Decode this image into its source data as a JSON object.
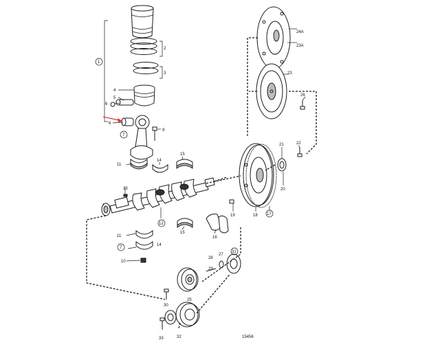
{
  "diagram": {
    "reference_number": "15456",
    "accent_color": "#e03a3a",
    "callouts": [
      {
        "id": "c1",
        "text": "1"
      },
      {
        "id": "c2",
        "text": "2"
      },
      {
        "id": "c3",
        "text": "3"
      },
      {
        "id": "c4",
        "text": "4"
      },
      {
        "id": "c5",
        "text": "5"
      },
      {
        "id": "c6a",
        "text": "6"
      },
      {
        "id": "c6b",
        "text": "6"
      },
      {
        "id": "c7a",
        "text": "7"
      },
      {
        "id": "c7b",
        "text": "7"
      },
      {
        "id": "c9",
        "text": "9"
      },
      {
        "id": "c10",
        "text": "10"
      },
      {
        "id": "c11a",
        "text": "11"
      },
      {
        "id": "c11b",
        "text": "11"
      },
      {
        "id": "c12",
        "text": "12"
      },
      {
        "id": "c13",
        "text": "13"
      },
      {
        "id": "c14a",
        "text": "14"
      },
      {
        "id": "c14b",
        "text": "14"
      },
      {
        "id": "c15a",
        "text": "15"
      },
      {
        "id": "c15b",
        "text": "15"
      },
      {
        "id": "c16",
        "text": "16"
      },
      {
        "id": "c17",
        "text": "17"
      },
      {
        "id": "c18",
        "text": "18"
      },
      {
        "id": "c19",
        "text": "19"
      },
      {
        "id": "c20",
        "text": "20"
      },
      {
        "id": "c21",
        "text": "21"
      },
      {
        "id": "c22",
        "text": "22"
      },
      {
        "id": "c23",
        "text": "23"
      },
      {
        "id": "c23a",
        "text": "23A"
      },
      {
        "id": "c24a",
        "text": "24A"
      },
      {
        "id": "c25",
        "text": "25"
      },
      {
        "id": "c26",
        "text": "26"
      },
      {
        "id": "c27",
        "text": "27"
      },
      {
        "id": "c28",
        "text": "28"
      },
      {
        "id": "c29",
        "text": "29"
      },
      {
        "id": "c30",
        "text": "30"
      },
      {
        "id": "c31",
        "text": "31"
      },
      {
        "id": "c32",
        "text": "32"
      },
      {
        "id": "c33",
        "text": "33"
      }
    ]
  }
}
